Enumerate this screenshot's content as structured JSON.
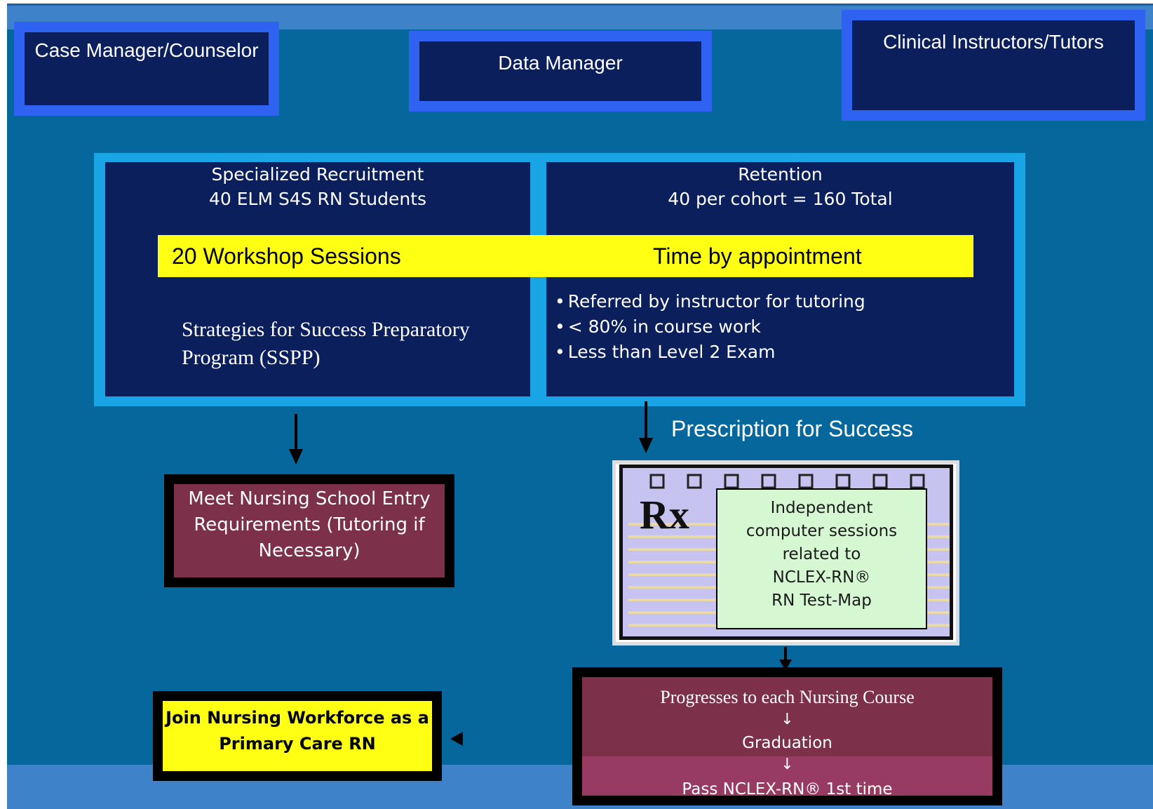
{
  "roles": {
    "case_manager": "Case Manager/Counselor",
    "data_manager": "Data Manager",
    "clinical": "Clinical Instructors/Tutors"
  },
  "recruitment": {
    "title": "Specialized Recruitment",
    "subtitle": "40 ELM S4S RN Students",
    "workshops": "20 Workshop Sessions",
    "program": "Strategies for Success Preparatory Program (SSPP)"
  },
  "retention": {
    "title": "Retention",
    "subtitle": "40 per cohort = 160 Total",
    "time": "Time by appointment",
    "criteria": [
      "Referred by instructor for tutoring",
      "< 80% in course work",
      "Less than Level 2 Exam"
    ]
  },
  "prescription_label": "Prescription for  Success",
  "rx": {
    "symbol": "Rx",
    "lines": [
      "Independent",
      "computer sessions",
      "related to",
      "NCLEX-RN®",
      "RN Test-Map"
    ]
  },
  "entry_requirements": "Meet Nursing School Entry Requirements (Tutoring if Necessary)",
  "outcomes": {
    "course": "Progresses to each Nursing Course",
    "arrow": "↓",
    "graduation": "Graduation",
    "pass": "Pass NCLEX-RN® 1st time"
  },
  "workforce": "Join Nursing Workforce as a Primary Care RN",
  "colors": {
    "background": "#05679b",
    "role_fill": "#0a1f5c",
    "role_border": "#2f62f0",
    "frame": "#19a5e5",
    "highlight": "#ffff14",
    "maroon": "#7d3049",
    "rx_note": "#d5f8d2"
  }
}
